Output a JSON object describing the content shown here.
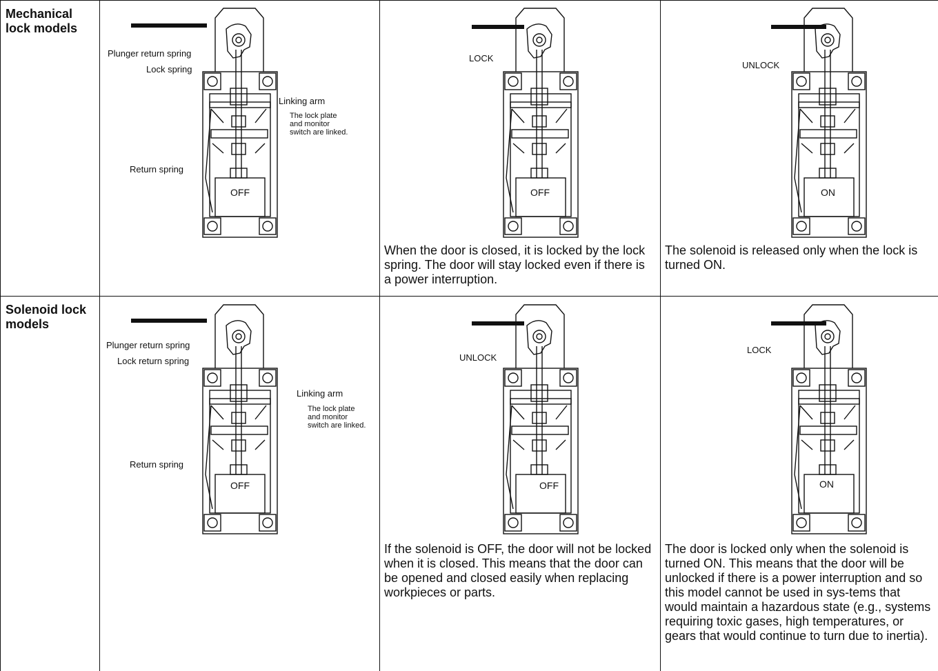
{
  "rows": [
    {
      "label": "Mechanical lock models",
      "diagram1": {
        "labels": [
          "Plunger return spring",
          "Lock spring",
          "Linking arm",
          "The lock plate",
          "and monitor",
          "switch are linked.",
          "Return spring"
        ],
        "state": "OFF"
      },
      "diagram2": {
        "tag": "LOCK",
        "state": "OFF"
      },
      "diagram3": {
        "tag": "UNLOCK",
        "state": "ON"
      },
      "desc2": "When the door is closed, it is locked by the lock spring. The door will stay locked even if there is a power interruption.",
      "desc3": "The solenoid is released only when the lock is turned ON."
    },
    {
      "label": "Solenoid lock models",
      "diagram1": {
        "labels": [
          "Plunger return spring",
          "Lock return spring",
          "Linking arm",
          "The lock plate",
          "and monitor",
          "switch are linked.",
          "Return spring"
        ],
        "state": "OFF"
      },
      "diagram2": {
        "tag": "UNLOCK",
        "state": "OFF"
      },
      "diagram3": {
        "tag": "LOCK",
        "state": "ON"
      },
      "desc2": "If the solenoid is OFF, the door will not be locked when it is closed. This means that the door can be opened and closed easily when replacing workpieces or parts.",
      "desc3": "The door is locked only when the solenoid is turned ON. This means that the door will be unlocked if there is a power interruption and so this model cannot be used in sys-tems that would maintain a hazardous state (e.g., systems requiring toxic gases, high temperatures, or gears that would continue to turn due to inertia)."
    }
  ]
}
